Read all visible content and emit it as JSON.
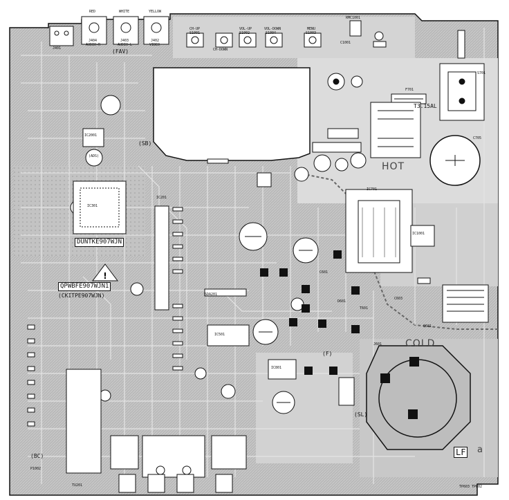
{
  "board": {
    "colors": {
      "board": "#b9b9b9",
      "trace": "#d6d6d6",
      "ink": "#111111",
      "pad": "#ffffff",
      "window": "#ffffff"
    },
    "labels": {
      "red": "RED",
      "white": "WHITE",
      "yellow": "YELLOW",
      "j401": "J401",
      "j404": "J404",
      "audio_r": "AUDIO-R",
      "j403": "J403",
      "audio_l": "AUDIO-L",
      "j402": "J402",
      "video": "VIDEO",
      "fav": "(FAV)",
      "ch_up": "CH-UP",
      "s1001": "S1001",
      "ch_down": "CH-DOWN",
      "vol_up": "VOL-UP",
      "s1002": "S1002",
      "vol_down": "VOL-DOWN",
      "s1004": "S1004",
      "menu": "MENU",
      "s1003": "S1003",
      "rmc1001": "RMC1001",
      "c1001": "C1001",
      "s701": "S701",
      "sb": "(SB)",
      "ads": "(ADS)",
      "hot": "HOT",
      "cold": "COLD",
      "f_label": "(F)",
      "sl_label": "(SL)",
      "bc_label": "(BC)",
      "part_a": "DUNTKE907WJN",
      "part_b": "QPWBFE907WJN1",
      "part_c": "(CKITPE907WJN)",
      "lf_a": "LF",
      "lf_b": "a",
      "t1_5al": "T3.15AL",
      "f701": "F701",
      "tu201": "TU201",
      "p1002": "P1002",
      "j601": "J601",
      "tp602": "TP602",
      "tp603": "TP603",
      "c705": "C705",
      "c601": "C601",
      "c603": "C603",
      "d601": "D601",
      "q601": "Q601",
      "t601": "T601",
      "ic701": "IC701",
      "ic301": "IC301",
      "ic501": "IC501",
      "ic801": "IC801",
      "ic1001": "IC1001",
      "ic201": "IC201",
      "ic2001": "IC2001",
      "sda201": "SDA201"
    }
  }
}
